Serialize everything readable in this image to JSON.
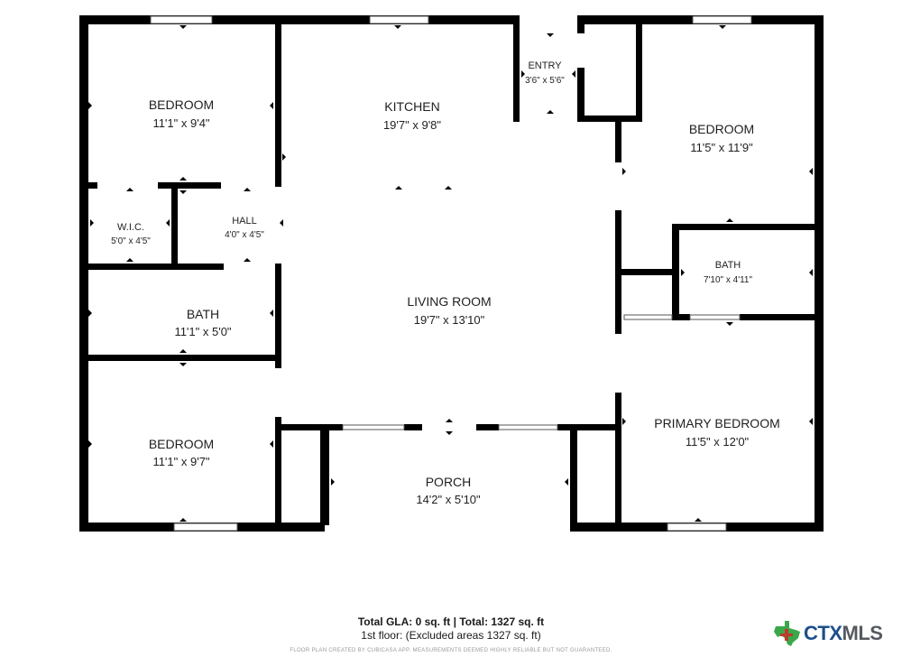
{
  "rooms": {
    "bedroom_nw": {
      "name": "BEDROOM",
      "dims": "11'1\" x 9'4\""
    },
    "kitchen": {
      "name": "KITCHEN",
      "dims": "19'7\" x 9'8\""
    },
    "entry": {
      "name": "ENTRY",
      "dims": "3'6\" x 5'6\""
    },
    "bedroom_ne": {
      "name": "BEDROOM",
      "dims": "11'5\" x 11'9\""
    },
    "wic": {
      "name": "W.I.C.",
      "dims": "5'0\" x 4'5\""
    },
    "hall": {
      "name": "HALL",
      "dims": "4'0\" x 4'5\""
    },
    "bath_e": {
      "name": "BATH",
      "dims": "7'10\" x 4'11\""
    },
    "living": {
      "name": "LIVING ROOM",
      "dims": "19'7\" x 13'10\""
    },
    "bath_w": {
      "name": "BATH",
      "dims": "11'1\" x 5'0\""
    },
    "primary": {
      "name": "PRIMARY BEDROOM",
      "dims": "11'5\" x 12'0\""
    },
    "bedroom_sw": {
      "name": "BEDROOM",
      "dims": "11'1\" x 9'7\""
    },
    "porch": {
      "name": "PORCH",
      "dims": "14'2\" x 5'10\""
    }
  },
  "footer": {
    "totals": "Total GLA: 0 sq. ft | Total: 1327 sq. ft",
    "floor": "1st floor: (Excluded areas 1327 sq. ft)",
    "disclaimer": "FLOOR PLAN CREATED BY CUBICASA APP. MEASUREMENTS DEEMED HIGHLY RELIABLE BUT NOT GUARANTEED."
  },
  "logo": {
    "text_prefix": "CTX",
    "text_suffix": "MLS",
    "icon": "texas-state-icon"
  },
  "colors": {
    "wall": "#000000",
    "window": "#bfbfbf",
    "logo_blue": "#1b4f8a",
    "logo_grey": "#555a60"
  }
}
